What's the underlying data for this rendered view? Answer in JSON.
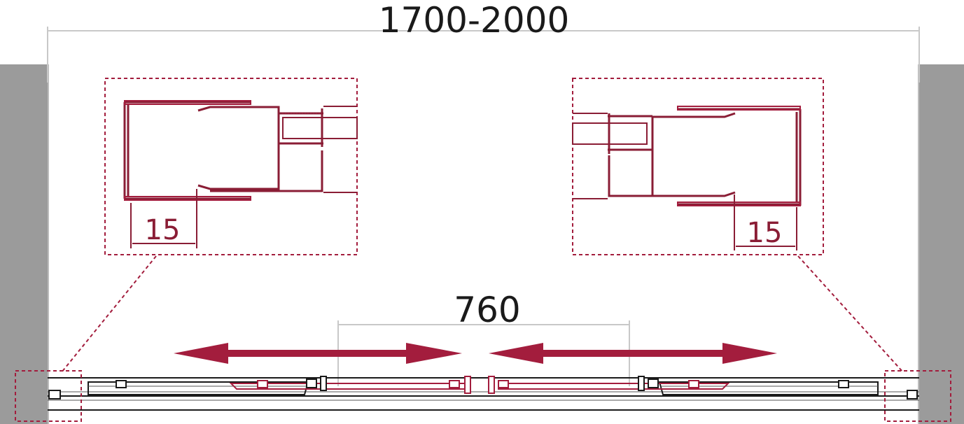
{
  "dimensions": {
    "overall_width": "1700-2000",
    "door_opening": "760",
    "left_adjustment": "15",
    "right_adjustment": "15"
  },
  "colors": {
    "accent": "#a31d3d",
    "profile": "#8a1d35",
    "wall": "#9b9b9b",
    "dimension_line": "#c8c8c8",
    "text": "#1a1a1a"
  },
  "icons": {
    "left_arrow": "double-headed-arrow-icon",
    "right_arrow": "double-headed-arrow-icon"
  }
}
